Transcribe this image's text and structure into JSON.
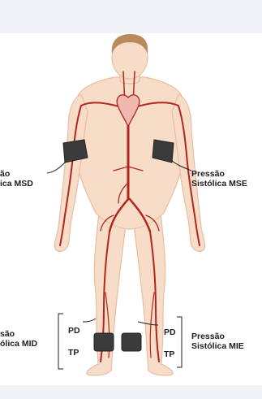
{
  "diagram": {
    "labels": {
      "msd": {
        "line1": "ão",
        "line2": "ica MSD"
      },
      "mse": {
        "line1": "Pressão",
        "line2": "Sistólica MSE"
      },
      "mid": {
        "line1": "são",
        "line2": "ólica MID"
      },
      "mie": {
        "line1": "Pressão",
        "line2": "Sistólica MIE"
      }
    },
    "right_leg": {
      "top": "PD",
      "bottom": "TP"
    },
    "left_leg": {
      "top": "PD",
      "bottom": "TP"
    }
  },
  "colors": {
    "skin": "#f7dcc8",
    "skin_outline": "#e8bda3",
    "hair": "#b88a5c",
    "artery": "#b3261e",
    "heart": "#f1b8b0",
    "cuff": "#3b3b3b",
    "band": "#f2f3f6"
  }
}
